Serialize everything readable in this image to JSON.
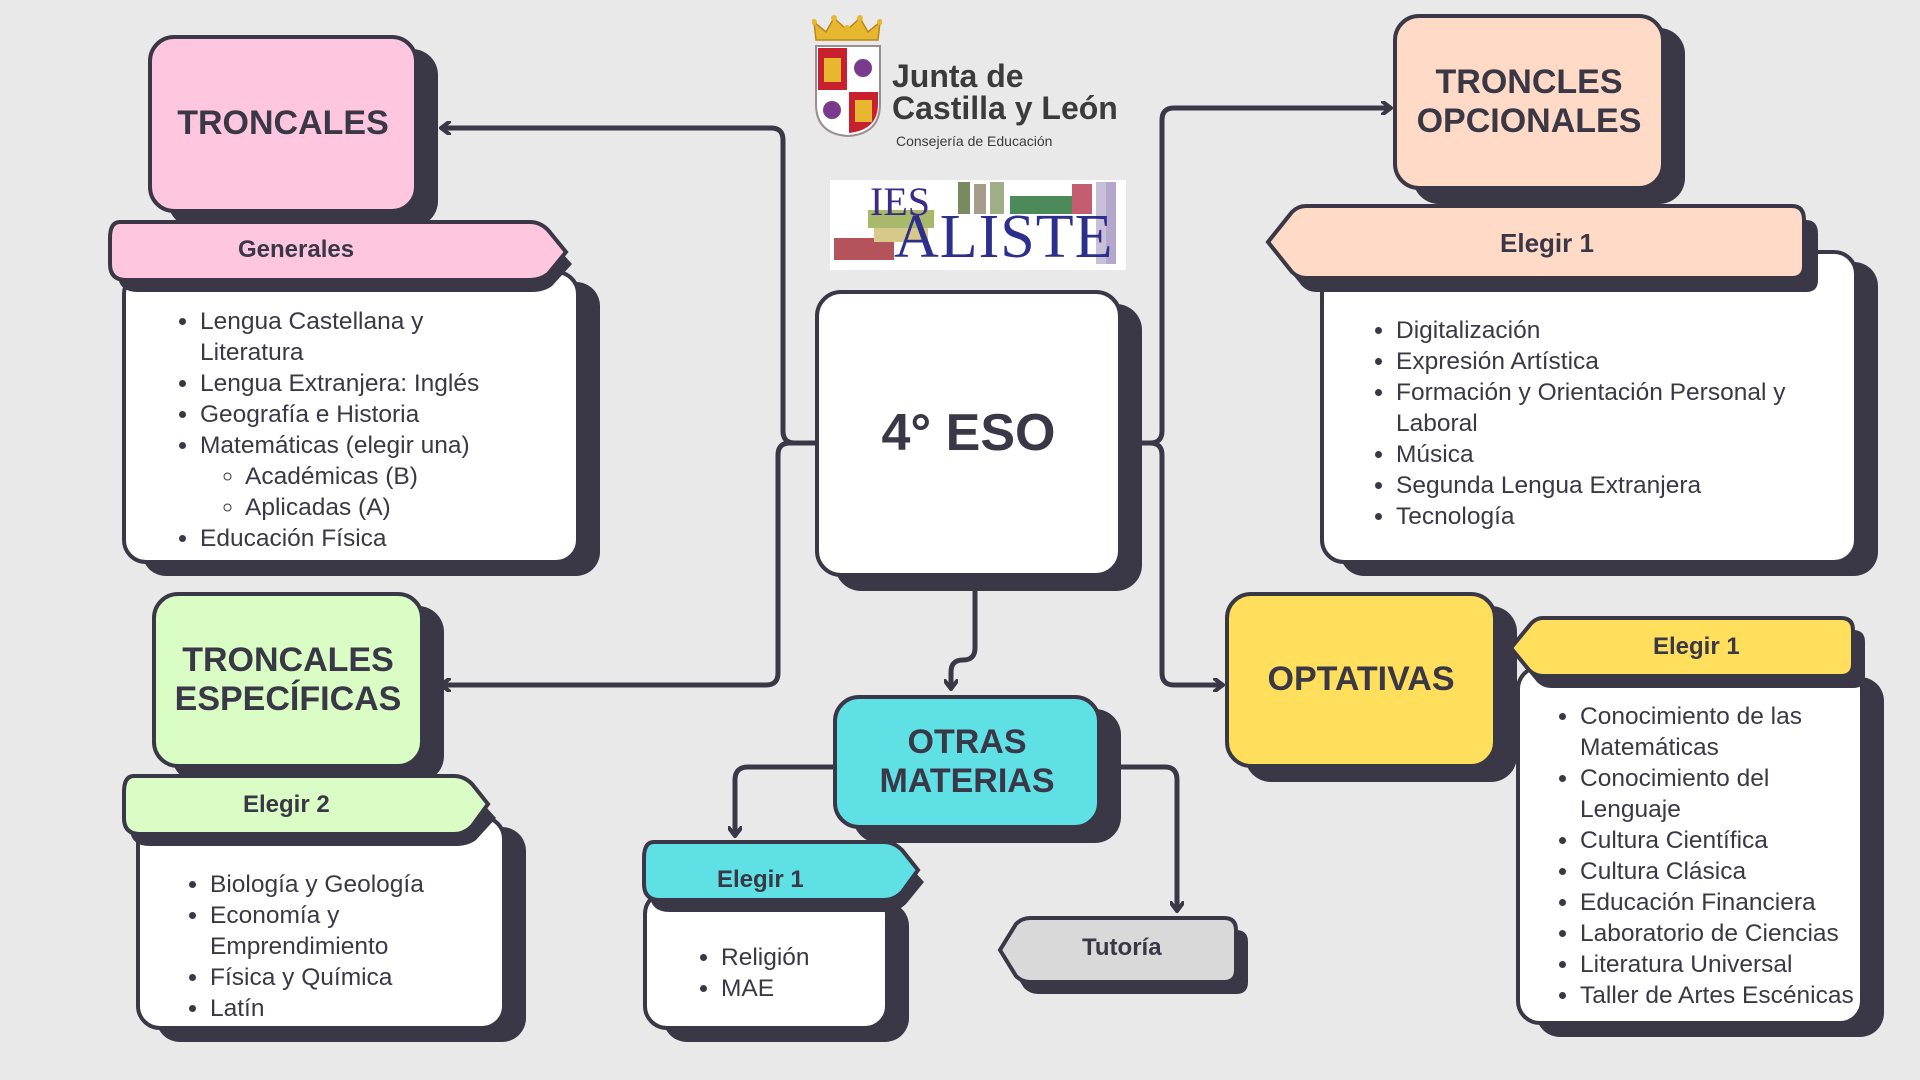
{
  "center": {
    "title": "4° ESO"
  },
  "logo": {
    "junta_line1": "Junta de",
    "junta_line2": "Castilla y León",
    "junta_sub": "Consejería de Educación",
    "ies_text": "IES",
    "aliste_text": "ALISTE"
  },
  "troncales": {
    "title": "TRONCALES",
    "tag": "Generales",
    "items": [
      "Lengua Castellana y",
      "Literatura",
      "Lengua Extranjera: Inglés",
      "Geografía e Historia",
      "Matemáticas (elegir una)",
      "Académicas (B)",
      "Aplicadas (A)",
      "Educación Física"
    ]
  },
  "especificas": {
    "title_line1": "TRONCALES",
    "title_line2": "ESPECÍFICAS",
    "tag": "Elegir 2",
    "items": [
      "Biología y Geología",
      "Economía y",
      "Emprendimiento",
      "Física y Química",
      "Latín"
    ]
  },
  "opcionales": {
    "title_line1": "TRONCLES",
    "title_line2": "OPCIONALES",
    "tag": "Elegir 1",
    "items": [
      "Digitalización",
      "Expresión Artística",
      "Formación y Orientación Personal y",
      "Laboral",
      "Música",
      "Segunda Lengua Extranjera",
      "Tecnología"
    ]
  },
  "optativas": {
    "title": "OPTATIVAS",
    "tag": "Elegir 1",
    "items": [
      "Conocimiento de las",
      "Matemáticas",
      "Conocimiento del",
      "Lenguaje",
      "Cultura Científica",
      "Cultura Clásica",
      "Educación Financiera",
      "Laboratorio de Ciencias",
      "Literatura Universal",
      "Taller de Artes Escénicas"
    ]
  },
  "otras": {
    "title_line1": "OTRAS",
    "title_line2": "MATERIAS",
    "tag": "Elegir 1",
    "items": [
      "Religión",
      "MAE"
    ],
    "tutoria": "Tutoría"
  },
  "colors": {
    "ink": "#3a3846",
    "pink": "#fec7df",
    "peach": "#ffdac6",
    "green": "#d9fdc5",
    "cyan": "#5ee0e5",
    "yellow": "#ffdf5c",
    "grey": "#d9d9d9",
    "background": "#e9e9ea"
  }
}
